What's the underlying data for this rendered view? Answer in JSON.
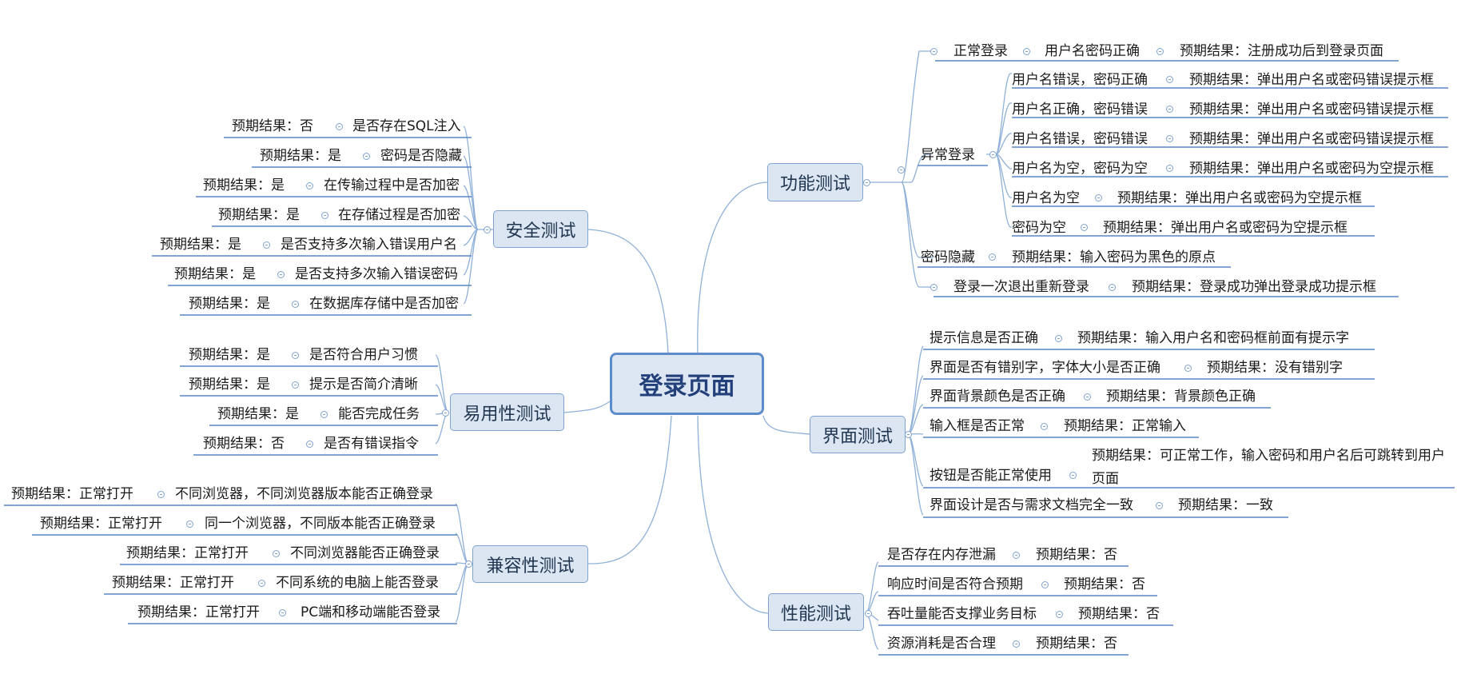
{
  "central": "登录页面",
  "branches": {
    "func": "功能测试",
    "security": "安全测试",
    "usability": "易用性测试",
    "ui": "界面测试",
    "compat": "兼容性测试",
    "perf": "性能测试"
  },
  "func": {
    "normal": "正常登录",
    "normal_case": "用户名密码正确",
    "normal_result": "预期结果：注册成功后到登录页面",
    "abnormal": "异常登录",
    "abnormal_cases": [
      {
        "case": "用户名错误，密码正确",
        "result": "预期结果：弹出用户名或密码错误提示框"
      },
      {
        "case": "用户名正确，密码错误",
        "result": "预期结果：弹出用户名或密码错误提示框"
      },
      {
        "case": "用户名错误，密码错误",
        "result": "预期结果：弹出用户名或密码错误提示框"
      },
      {
        "case": "用户名为空，密码为空",
        "result": "预期结果：弹出用户名或密码为空提示框"
      },
      {
        "case": "用户名为空",
        "result": "预期结果：弹出用户名或密码为空提示框"
      },
      {
        "case": "密码为空",
        "result": "预期结果：弹出用户名或密码为空提示框"
      }
    ],
    "hidden": "密码隐藏",
    "hidden_result": "预期结果：输入密码为黑色的原点",
    "relogin": "登录一次退出重新登录",
    "relogin_result": "预期结果：登录成功弹出登录成功提示框"
  },
  "security": [
    {
      "case": "是否存在SQL注入",
      "result": "预期结果：否"
    },
    {
      "case": "密码是否隐藏",
      "result": "预期结果：是"
    },
    {
      "case": "在传输过程中是否加密",
      "result": "预期结果：是"
    },
    {
      "case": "在存储过程是否加密",
      "result": "预期结果：是"
    },
    {
      "case": "是否支持多次输入错误用户名",
      "result": "预期结果：是"
    },
    {
      "case": "是否支持多次输入错误密码",
      "result": "预期结果：是"
    },
    {
      "case": "在数据库存储中是否加密",
      "result": "预期结果：是"
    }
  ],
  "usability": [
    {
      "case": "是否符合用户习惯",
      "result": "预期结果：是"
    },
    {
      "case": "提示是否简介清晰",
      "result": "预期结果：是"
    },
    {
      "case": "能否完成任务",
      "result": "预期结果：是"
    },
    {
      "case": "是否有错误指令",
      "result": "预期结果：否"
    }
  ],
  "compat": [
    {
      "case": "不同浏览器，不同浏览器版本能否正确登录",
      "result": "预期结果：正常打开"
    },
    {
      "case": "同一个浏览器，不同版本能否正确登录",
      "result": "预期结果：正常打开"
    },
    {
      "case": "不同浏览器能否正确登录",
      "result": "预期结果：正常打开"
    },
    {
      "case": "不同系统的电脑上能否登录",
      "result": "预期结果：正常打开"
    },
    {
      "case": "PC端和移动端能否登录",
      "result": "预期结果：正常打开"
    }
  ],
  "ui": [
    {
      "case": "提示信息是否正确",
      "result": "预期结果：输入用户名和密码框前面有提示字"
    },
    {
      "case": "界面是否有错别字，字体大小是否正确",
      "result": "预期结果：没有错别字"
    },
    {
      "case": "界面背景颜色是否正确",
      "result": "预期结果：背景颜色正确"
    },
    {
      "case": "输入框是否正常",
      "result": "预期结果：正常输入"
    },
    {
      "case": "按钮是否能正常使用",
      "result": "预期结果：可正常工作，输入密码和用户名后可跳转到用户页面"
    },
    {
      "case": "界面设计是否与需求文档完全一致",
      "result": "预期结果：一致"
    }
  ],
  "perf": [
    {
      "case": "是否存在内存泄漏",
      "result": "预期结果：否"
    },
    {
      "case": "响应时间是否符合预期",
      "result": "预期结果：否"
    },
    {
      "case": "吞吐量能否支撑业务目标",
      "result": "预期结果：否"
    },
    {
      "case": "资源消耗是否合理",
      "result": "预期结果：否"
    }
  ],
  "colors": {
    "line": "#8fb0d8",
    "underline": "#5b87c5",
    "box_fill": "#dce6f3",
    "box_border": "#7fa3cf",
    "central_border": "#5d8ccb"
  }
}
